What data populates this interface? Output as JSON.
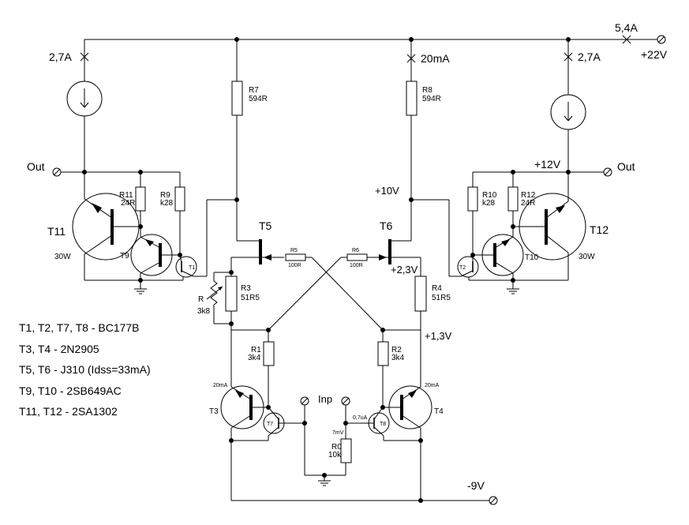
{
  "supply": {
    "current": "5,4A",
    "voltage": "+22V",
    "negative": "-9V"
  },
  "left_stage": {
    "source_current": "2,7A",
    "out": "Out",
    "R11": "R11",
    "R11_val": "24R",
    "R9": "R9",
    "R9_val": "k28",
    "T11": "T11",
    "T11_power": "30W",
    "T9": "T9"
  },
  "right_stage": {
    "source_current": "2,7A",
    "out": "Out",
    "volt": "+12V",
    "R10": "R10",
    "R10_val": "k28",
    "R12": "R12",
    "R12_val": "24R",
    "T12": "T12",
    "T12_power": "30W",
    "T10": "T10"
  },
  "middle": {
    "R7": "R7",
    "R7_val": "594R",
    "R8": "R8",
    "R8_val": "594R",
    "r8_current": "20mA",
    "v10": "+10V",
    "T5": "T5",
    "T6": "T6",
    "R5": "R5",
    "R5_val": "100R",
    "R6": "R6",
    "R6_val": "100R",
    "v23": "+2,3V",
    "R3": "R3",
    "R3_val": "51R5",
    "R4": "R4",
    "R4_val": "51R5",
    "R": "R",
    "R_val": "3k8",
    "v13": "+1,3V",
    "R1": "R1",
    "R1_val": "3k4",
    "R2": "R2",
    "R2_val": "3k4",
    "T3": "T3",
    "T4": "T4",
    "T3_current": "20mA",
    "T4_current": "20mA",
    "inp": "Inp",
    "R0": "R0",
    "R0_val": "10k",
    "mv": "7mV",
    "ua": "0,7uA"
  },
  "legend": [
    "T1, T2, T7, T8 - BC177B",
    "T3, T4  -  2N2905",
    "T5, T6  -  J310   (Idss=33mA)",
    "T9, T10  -  2SB649AC",
    "T11, T12  -  2SA1302"
  ]
}
